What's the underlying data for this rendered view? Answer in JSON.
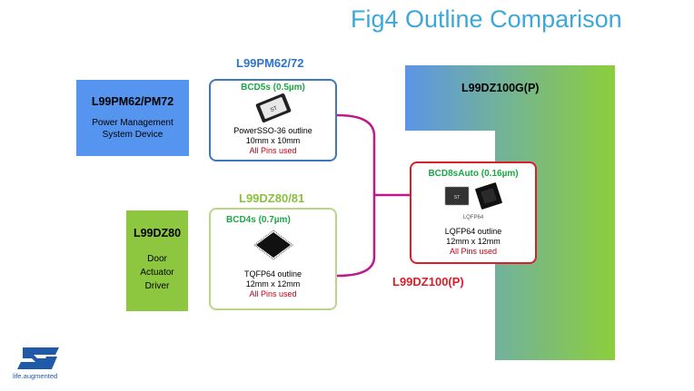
{
  "title": "Fig4 Outline Comparison",
  "groups": {
    "pm": {
      "header": "L99PM62/72",
      "device_name": "L99PM62/PM72",
      "device_desc": [
        "Power Management",
        "System Device"
      ],
      "tech": "BCD5s (0.5µm)",
      "outline": "PowerSSO-36 outline",
      "size": "10mm x 10mm",
      "pins": "All Pins used"
    },
    "dz": {
      "header": "L99DZ80/81",
      "device_name": "L99DZ80",
      "device_desc": [
        "Door",
        "Actuator",
        "Driver"
      ],
      "tech": "BCD4s (0.7µm)",
      "outline": "TQFP64 outline",
      "size": "12mm x 12mm",
      "pins": "All Pins used"
    },
    "dz100": {
      "big_label": "L99DZ100G(P)",
      "tech": "BCD8sAuto (0.16µm)",
      "chip_label": "LQFP64",
      "outline": "LQFP64 outline",
      "size": "12mm x 12mm",
      "pins": "All Pins used",
      "red_label": "L99DZ100(P)"
    }
  },
  "logo": {
    "tagline": "life.augmented"
  },
  "colors": {
    "title": "#3ca7d8",
    "header_blue": "#2e74c9",
    "header_green": "#8bbf3e",
    "device_blue": "#5595ef",
    "device_green": "#8dc63f",
    "tech_green": "#1aa844",
    "pins_red": "#c0001a",
    "accent_red": "#d81f2a",
    "bracket": "#c0178a"
  }
}
